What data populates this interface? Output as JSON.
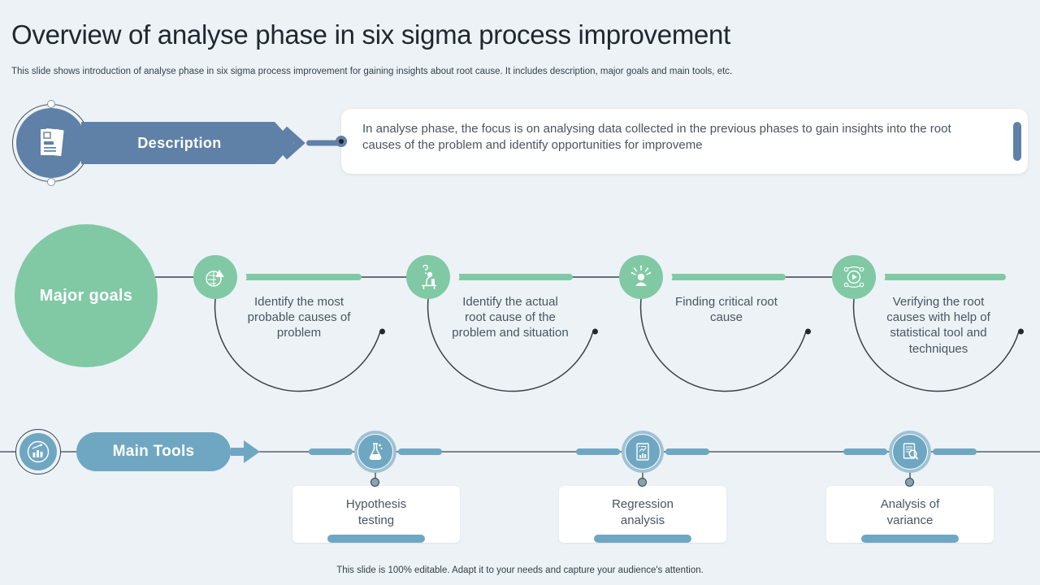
{
  "slide": {
    "title": "Overview of analyse phase in six sigma process improvement",
    "subtitle": "This slide shows introduction of analyse phase in six sigma process improvement for gaining insights about root cause. It includes description, major goals and main tools, etc.",
    "footer": "This slide is 100% editable. Adapt it to your needs and capture your audience's attention."
  },
  "description": {
    "label": "Description",
    "body": "In analyse phase, the focus is on analysing data collected in the previous phases to gain insights into the root\ncauses of the problem and identify opportunities for improveme"
  },
  "major_goals": {
    "label": "Major goals",
    "items": [
      {
        "text": "Identify the most\nprobable causes of\nproblem",
        "icon": "brain-idea-icon"
      },
      {
        "text": "Identify the actual\nroot cause of the\nproblem and situation",
        "icon": "person-analysis-icon"
      },
      {
        "text": "Finding critical root\ncause",
        "icon": "critical-thinking-icon"
      },
      {
        "text": "Verifying the root\ncauses with help of\nstatistical tool and\ntechniques",
        "icon": "verify-process-icon"
      }
    ]
  },
  "main_tools": {
    "label": "Main Tools",
    "items": [
      {
        "text": "Hypothesis\ntesting",
        "icon": "flask-icon"
      },
      {
        "text": "Regression\nanalysis",
        "icon": "regression-chart-icon"
      },
      {
        "text": "Analysis of\nvariance",
        "icon": "document-magnifier-icon"
      }
    ]
  },
  "colors": {
    "background": "#edf2f6",
    "slate_blue": "#5f81a8",
    "teal_blue": "#6fa7c2",
    "green": "#80c9a4",
    "line_dark": "#3a4149",
    "text_dark": "#20282e",
    "text_gray": "#4a5560"
  }
}
